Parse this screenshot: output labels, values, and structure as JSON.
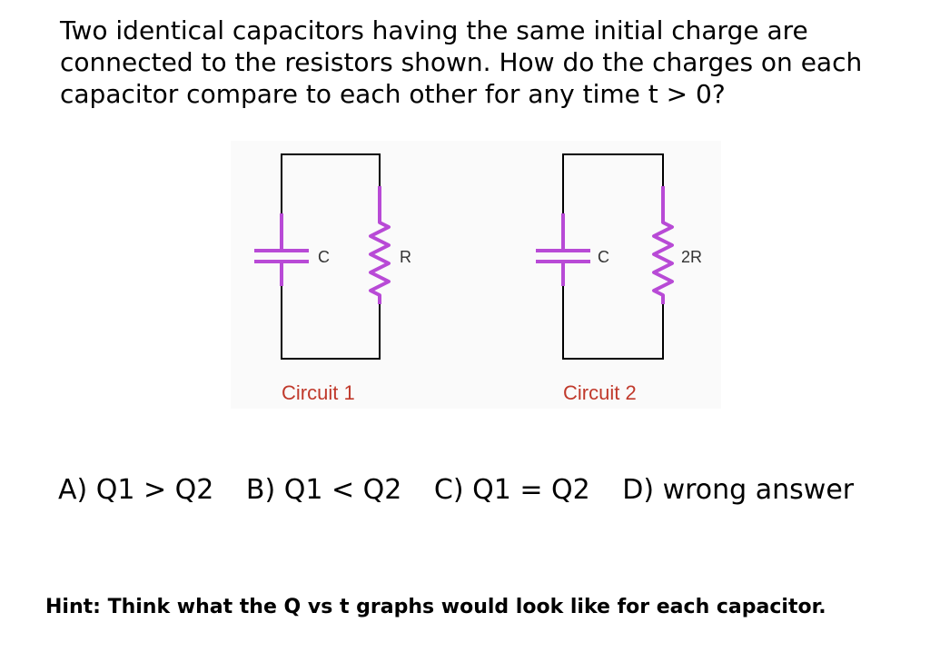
{
  "question": {
    "lines": [
      "Two identical capacitors having the same initial charge are",
      "connected to the resistors shown. How do the charges on each",
      "capacitor compare to each other for any time t > 0?"
    ]
  },
  "circuits": [
    {
      "caption": "Circuit 1",
      "capacitor_label": "C",
      "resistor_label": "R"
    },
    {
      "caption": "Circuit 2",
      "capacitor_label": "C",
      "resistor_label": "2R"
    }
  ],
  "colors": {
    "wire": "#000000",
    "component": "#b84ad6",
    "label": "#333333",
    "caption": "#c0392b"
  },
  "answers": [
    "A) Q1 > Q2",
    "B) Q1 < Q2",
    "C) Q1 = Q2",
    "D) wrong answer"
  ],
  "hint": "Hint: Think what the Q vs t graphs would look like for each capacitor."
}
